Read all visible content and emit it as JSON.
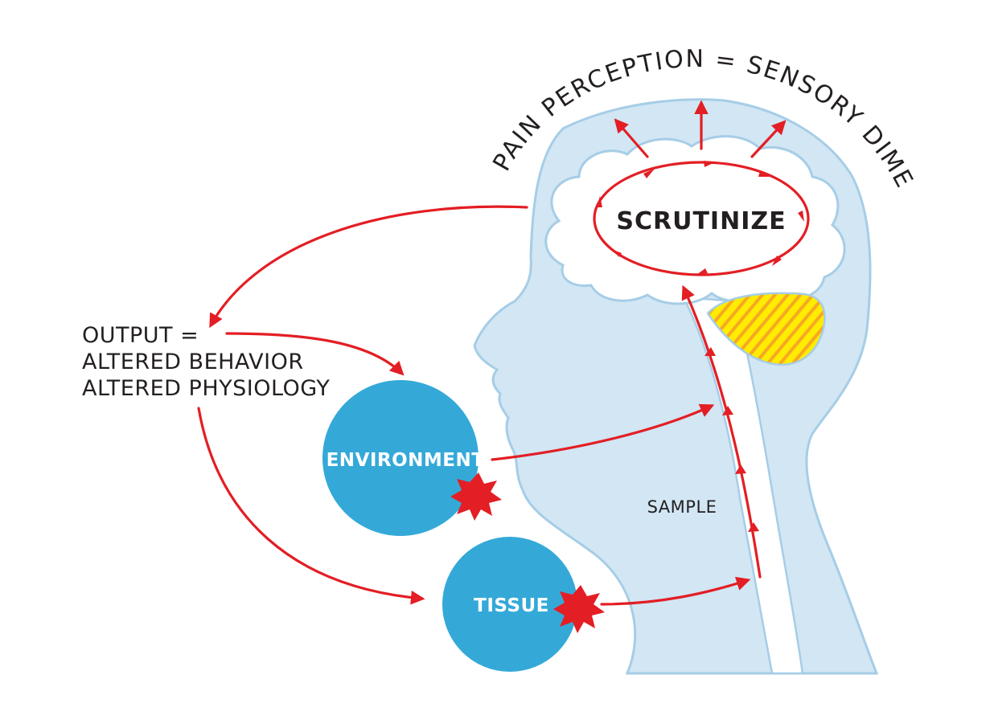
{
  "title": "PAIN PERCEPTION = SENSORY DIMENSION",
  "brain_label": "SCRUTINIZE",
  "output": {
    "line1": "OUTPUT =",
    "line2": "ALTERED BEHAVIOR",
    "line3": "ALTERED PHYSIOLOGY"
  },
  "environment_label": "ENVIRONMENT",
  "tissue_label": "TISSUE",
  "sample_label": "SAMPLE",
  "colors": {
    "head_fill": "#d2e6f4",
    "head_stroke": "#a6cde6",
    "circle_fill": "#34a9d8",
    "arrow_red": "#e31e24",
    "cerebellum_yellow": "#ffec00",
    "cerebellum_stripe": "#f7a823"
  },
  "icons": [
    "starburst-icon",
    "arrowhead-icon"
  ]
}
